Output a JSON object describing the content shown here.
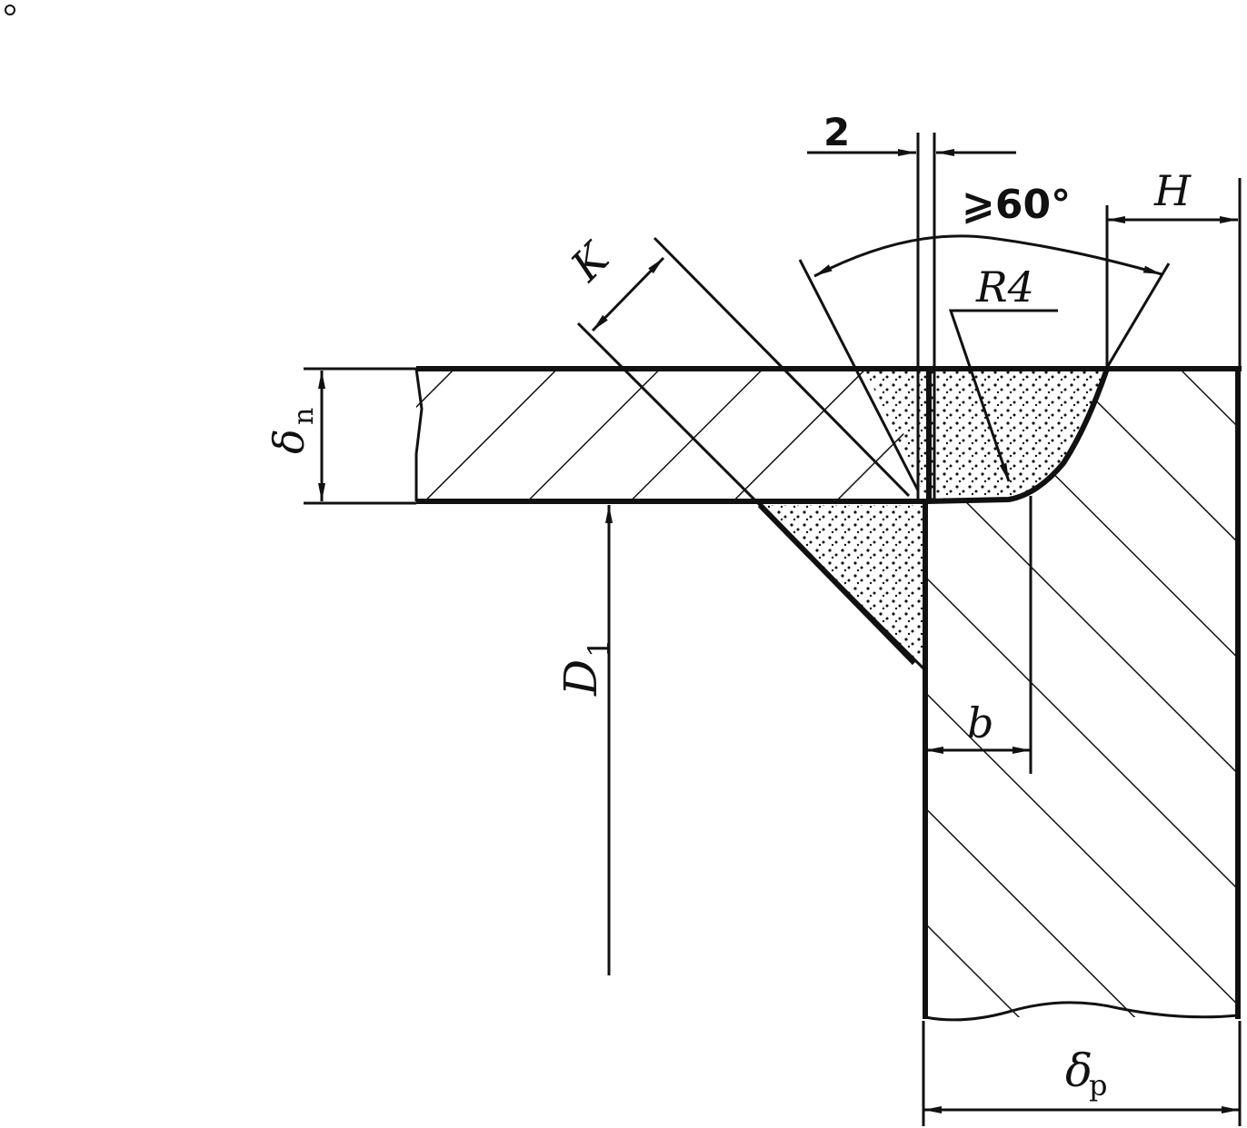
{
  "labels": {
    "gap": "2",
    "angle": "⩾60°",
    "h": "H",
    "k": "K",
    "r": "R4",
    "delta_n_base": "δ",
    "delta_n_sub": "n",
    "d1_base": "D",
    "d1_sub": "1",
    "b": "b",
    "delta_p_base": "δ",
    "delta_p_sub": "p"
  },
  "colors": {
    "ink": "#111111",
    "paper": "#ffffff"
  }
}
